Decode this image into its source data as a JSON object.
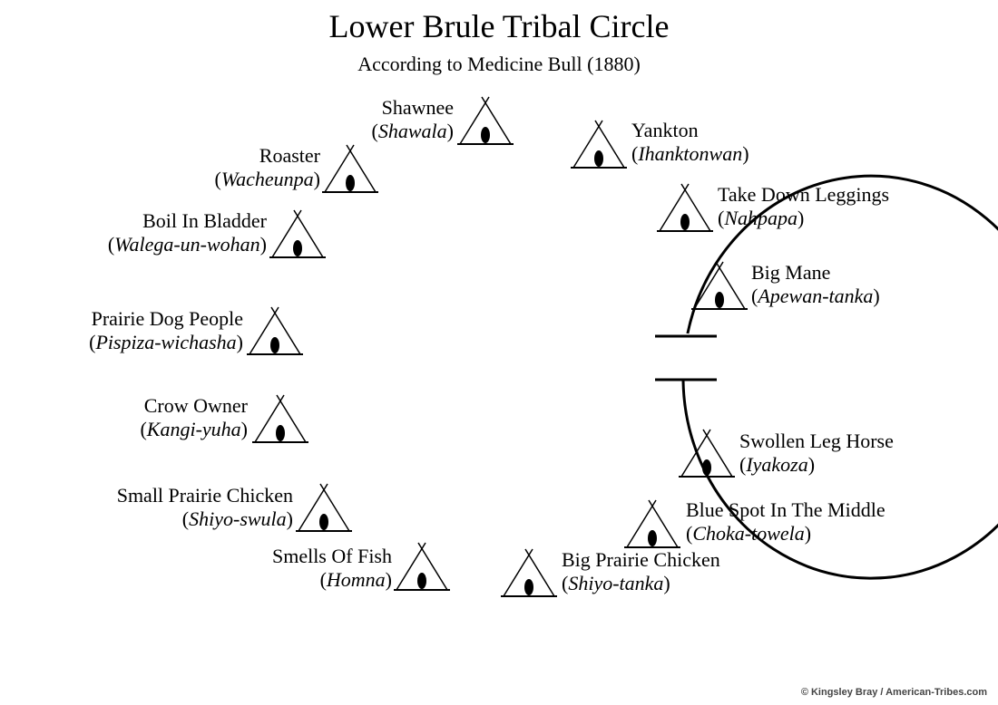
{
  "title": "Lower Brule Tribal Circle",
  "subtitle": "According to Medicine Bull (1880)",
  "credit": "© Kingsley Bray / American-Tribes.com",
  "bands": [
    {
      "name": "Shawnee",
      "native": "Shawala"
    },
    {
      "name": "Yankton",
      "native": "Ihanktonwan"
    },
    {
      "name": "Take Down Leggings",
      "native": "Nahpapa"
    },
    {
      "name": "Big Mane",
      "native": "Apewan-tanka"
    },
    {
      "name": "Swollen Leg Horse",
      "native": "Iyakoza"
    },
    {
      "name": "Blue Spot In The Middle",
      "native": "Choka-towela"
    },
    {
      "name": "Big Prairie Chicken",
      "native": "Shiyo-tanka"
    },
    {
      "name": "Smells Of Fish",
      "native": "Homna"
    },
    {
      "name": "Small Prairie Chicken",
      "native": "Shiyo-swula"
    },
    {
      "name": "Crow Owner",
      "native": "Kangi-yuha"
    },
    {
      "name": "Prairie Dog People",
      "native": "Pispiza-wichasha"
    },
    {
      "name": "Boil In Bladder",
      "native": "Walega-un-wohan"
    },
    {
      "name": "Roaster",
      "native": "Wacheunpa"
    }
  ]
}
